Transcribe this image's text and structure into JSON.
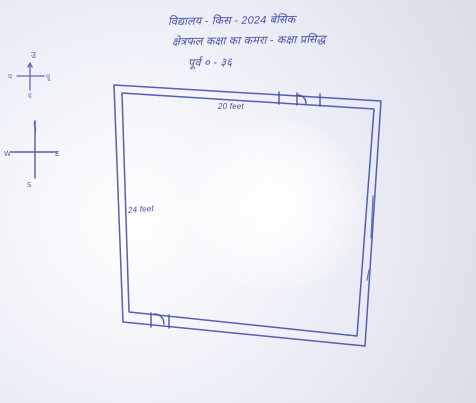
{
  "notes": {
    "line1": "विद्यालय - किस - 2024 बेसिक",
    "line2": "क्षेत्रफल कक्षा का कमरा - कक्षा प्रसिद्ध",
    "line3": "पूर्व ० - ३६"
  },
  "dimensions": {
    "top": "20 feet",
    "left": "24 feet"
  },
  "colors": {
    "ink": "#4651a8",
    "paper": "#eef1f8"
  }
}
